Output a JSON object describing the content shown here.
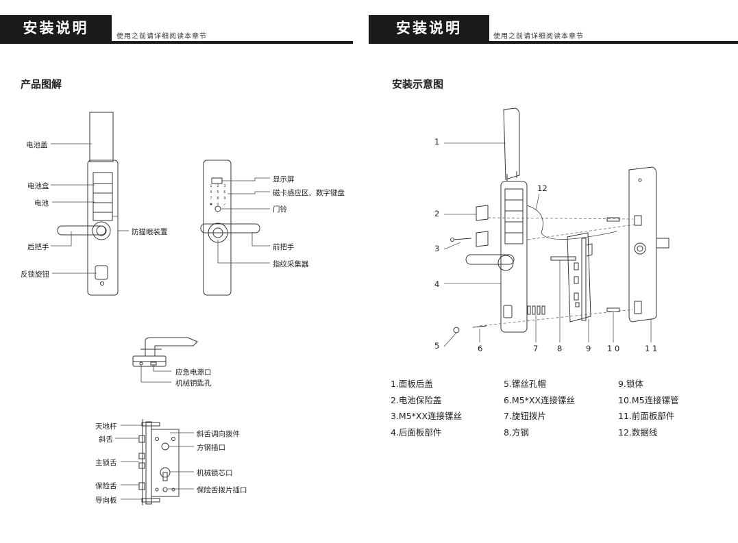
{
  "left": {
    "header_title": "安装说明",
    "header_subtitle": "使用之前请详细阅读本章节",
    "section_title": "产品图解",
    "back_labels": [
      "电池盖",
      "电池盒",
      "电池",
      "后把手",
      "反锁旋钮"
    ],
    "center_label": "防猫眼装置",
    "front_labels": [
      "显示屏",
      "磁卡感应区、数字键盘",
      "门铃",
      "前把手",
      "指纹采集器"
    ],
    "keypad_keys": [
      "1",
      "2",
      "3",
      "4",
      "5",
      "6",
      "7",
      "8",
      "9",
      "✱",
      "0",
      "✓"
    ],
    "bottom_labels": [
      "应急电源口",
      "机械钥匙孔"
    ],
    "lock_left_labels": [
      "天地杆",
      "斜舌",
      "主锁舌",
      "保险舌",
      "导向板"
    ],
    "lock_right_labels": [
      "斜舌调向拨件",
      "方钢插口",
      "机械锁芯口",
      "保险舌拨片插口"
    ]
  },
  "right": {
    "header_title": "安装说明",
    "header_subtitle": "使用之前请详细阅读本章节",
    "section_title": "安装示意图",
    "callouts": [
      "1",
      "2",
      "3",
      "4",
      "5",
      "6",
      "7",
      "8",
      "9",
      "1 0",
      "1 1",
      "12"
    ],
    "parts_list": {
      "col1": [
        "1.面板后盖",
        "2.电池保险盖",
        "3.M5*XX连接镙丝",
        "4.后面板部件"
      ],
      "col2": [
        "5.镙丝孔帽",
        "6.M5*XX连接镙丝",
        "7.旋钮拨片",
        "8.方钢"
      ],
      "col3": [
        "9.锁体",
        "10.M5连接镙管",
        "11.前面板部件",
        "12.数据线"
      ]
    }
  },
  "colors": {
    "header_bg": "#1b1b1b",
    "line": "#333333",
    "text": "#222222"
  }
}
